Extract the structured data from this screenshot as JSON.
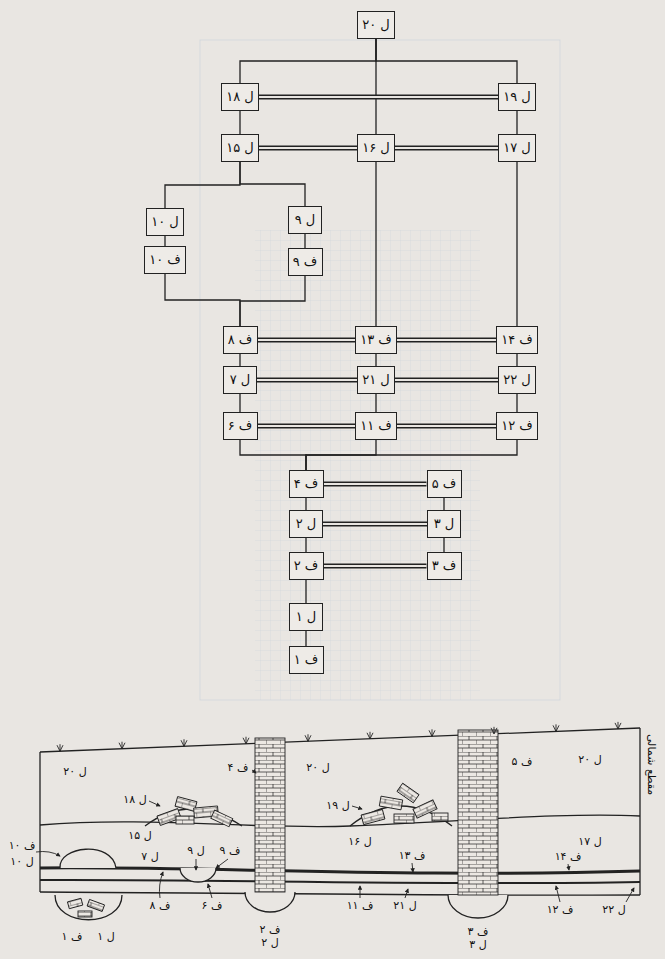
{
  "diagram": {
    "nodes": [
      {
        "text": [
          "ل ۲۰"
        ]
      },
      {
        "text": [
          "ل ۱۸"
        ]
      },
      {
        "text": [
          "ل ۱۹"
        ]
      },
      {
        "text": [
          "ل ۱۵"
        ]
      },
      {
        "text": [
          "ل ۱۶"
        ]
      },
      {
        "text": [
          "ل ۱۷"
        ]
      },
      {
        "text": [
          "ل ۱۰"
        ]
      },
      {
        "text": [
          "ل ۹"
        ]
      },
      {
        "text": [
          "ف ۱۰"
        ]
      },
      {
        "text": [
          "ف ۹"
        ]
      },
      {
        "text": [
          "ف ۸"
        ]
      },
      {
        "text": [
          "ف ۱۳"
        ]
      },
      {
        "text": [
          "ف ۱۴"
        ]
      },
      {
        "text": [
          "ل ۷"
        ]
      },
      {
        "text": [
          "ل ۲۱"
        ]
      },
      {
        "text": [
          "ل ۲۲"
        ]
      },
      {
        "text": [
          "ف ۶"
        ]
      },
      {
        "text": [
          "ف ۱۱"
        ]
      },
      {
        "text": [
          "ف ۱۲"
        ]
      },
      {
        "text": [
          "ف ۴"
        ]
      },
      {
        "text": [
          "ف ۵"
        ]
      },
      {
        "text": [
          "ل ۲"
        ]
      },
      {
        "text": [
          "ل ۳"
        ]
      },
      {
        "text": [
          "ف ۲"
        ]
      },
      {
        "text": [
          "ف ۳"
        ]
      },
      {
        "text": [
          "ل ۱"
        ]
      },
      {
        "text": [
          "ف ۱"
        ]
      }
    ],
    "edges": [
      {
        "from": 0,
        "to": 1,
        "arrow": "none"
      },
      {
        "from": 0,
        "to": 4,
        "arrow": "none"
      },
      {
        "from": 0,
        "to": 2,
        "arrow": "none"
      },
      {
        "from": 1,
        "to": 2,
        "arrow": "none"
      },
      {
        "from": 1,
        "to": 3,
        "arrow": "none"
      },
      {
        "from": 2,
        "to": 5,
        "arrow": "none"
      },
      {
        "from": 3,
        "to": 4,
        "arrow": "none"
      },
      {
        "from": 4,
        "to": 5,
        "arrow": "none"
      },
      {
        "from": 3,
        "to": 6,
        "arrow": "none"
      },
      {
        "from": 3,
        "to": 7,
        "arrow": "none"
      },
      {
        "from": 6,
        "to": 8,
        "arrow": "none"
      },
      {
        "from": 7,
        "to": 9,
        "arrow": "none"
      },
      {
        "from": 8,
        "to": 10,
        "arrow": "none"
      },
      {
        "from": 9,
        "to": 10,
        "arrow": "none"
      },
      {
        "from": 4,
        "to": 11,
        "arrow": "none"
      },
      {
        "from": 5,
        "to": 12,
        "arrow": "none"
      },
      {
        "from": 10,
        "to": 11,
        "arrow": "none"
      },
      {
        "from": 11,
        "to": 12,
        "arrow": "none"
      },
      {
        "from": 10,
        "to": 13,
        "arrow": "none"
      },
      {
        "from": 11,
        "to": 14,
        "arrow": "none"
      },
      {
        "from": 12,
        "to": 15,
        "arrow": "none"
      },
      {
        "from": 13,
        "to": 14,
        "arrow": "none"
      },
      {
        "from": 14,
        "to": 15,
        "arrow": "none"
      },
      {
        "from": 13,
        "to": 16,
        "arrow": "none"
      },
      {
        "from": 14,
        "to": 17,
        "arrow": "none"
      },
      {
        "from": 15,
        "to": 18,
        "arrow": "none"
      },
      {
        "from": 16,
        "to": 17,
        "arrow": "none"
      },
      {
        "from": 17,
        "to": 18,
        "arrow": "none"
      },
      {
        "from": 16,
        "to": 19,
        "arrow": "none"
      },
      {
        "from": 17,
        "to": 19,
        "arrow": "none"
      },
      {
        "from": 18,
        "to": 19,
        "arrow": "none"
      },
      {
        "from": 19,
        "to": 20,
        "arrow": "none"
      },
      {
        "from": 19,
        "to": 21,
        "arrow": "none"
      },
      {
        "from": 20,
        "to": 22,
        "arrow": "none"
      },
      {
        "from": 21,
        "to": 22,
        "arrow": "none"
      },
      {
        "from": 21,
        "to": 23,
        "arrow": "none"
      },
      {
        "from": 22,
        "to": 24,
        "arrow": "none"
      },
      {
        "from": 23,
        "to": 24,
        "arrow": "none"
      },
      {
        "from": 23,
        "to": 25,
        "arrow": "none"
      },
      {
        "from": 25,
        "to": 26,
        "arrow": "none"
      }
    ],
    "labels": [
      "مقطع شمالی",
      "ل ۲۰",
      "ل ۱۸",
      "ف ۴",
      "ل ۲۰",
      "ل ۱۹",
      "ف ۵",
      "ل ۲۰",
      "ل ۱۵",
      "ل ۱۶",
      "ل ۱۷",
      "ف ۱۰",
      "ل ۱۰",
      "ل ۹",
      "ف ۹",
      "ل ۷",
      "ف ۸",
      "ف ۶",
      "ف ۱۳",
      "ف ۱۴",
      "ف ۱۱",
      "ل ۲۱",
      "ف ۱۲",
      "ل ۲۲",
      "ف ۲",
      "ل ۲",
      "ف ۳",
      "ل ۳",
      "ف ۱",
      "ل ۱"
    ]
  }
}
